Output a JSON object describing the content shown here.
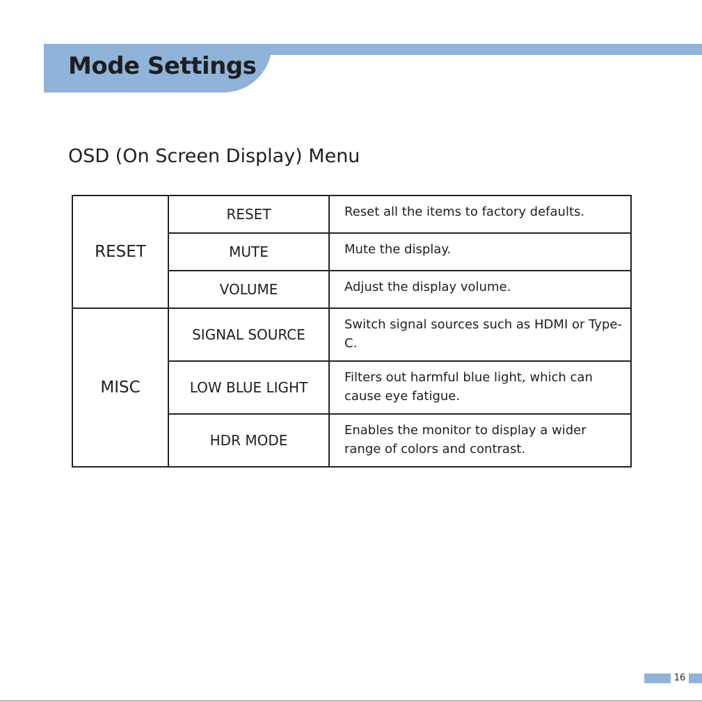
{
  "header": {
    "title": "Mode Settings",
    "accent_color": "#8fb3d9"
  },
  "section": {
    "heading": "OSD (On Screen Display) Menu"
  },
  "table": {
    "groups": [
      {
        "category": "RESET",
        "rows": [
          {
            "item": "RESET",
            "description": "Reset all the items to factory defaults."
          },
          {
            "item": "MUTE",
            "description": "Mute the display."
          },
          {
            "item": "VOLUME",
            "description": "Adjust the display volume."
          }
        ]
      },
      {
        "category": "MISC",
        "rows": [
          {
            "item": "SIGNAL SOURCE",
            "description": "Switch signal sources such as HDMI or Type-C."
          },
          {
            "item": "LOW BLUE LIGHT",
            "description": "Filters out harmful blue light, which can cause eye fatigue."
          },
          {
            "item": "HDR MODE",
            "description": "Enables the monitor to display a wider range of colors and contrast."
          }
        ]
      }
    ]
  },
  "footer": {
    "page_number": "16"
  }
}
